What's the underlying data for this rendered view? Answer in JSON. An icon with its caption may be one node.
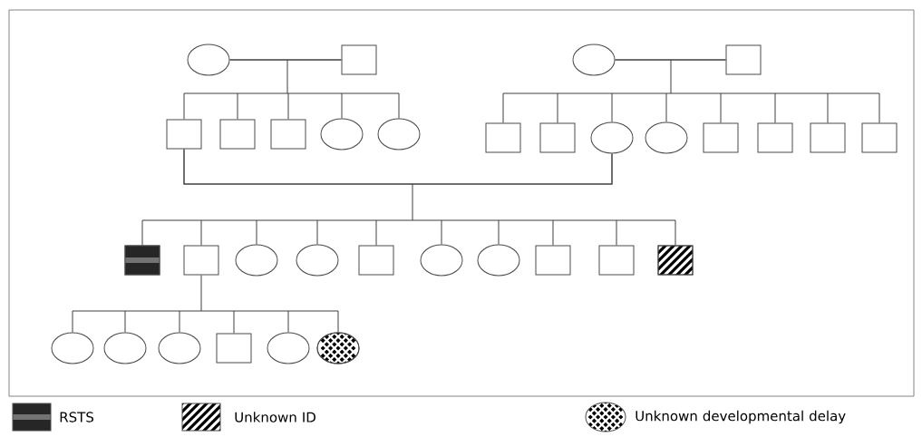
{
  "diagram": {
    "nodes": [
      {
        "text": [],
        "shape": "circle"
      },
      {
        "text": [],
        "shape": "box"
      },
      {
        "text": [],
        "shape": "circle"
      },
      {
        "text": [],
        "shape": "box"
      },
      {
        "text": [],
        "shape": "box"
      },
      {
        "text": [],
        "shape": "box"
      },
      {
        "text": [],
        "shape": "box"
      },
      {
        "text": [],
        "shape": "circle"
      },
      {
        "text": [],
        "shape": "circle"
      },
      {
        "text": [],
        "shape": "box"
      },
      {
        "text": [],
        "shape": "box"
      },
      {
        "text": [],
        "shape": "circle"
      },
      {
        "text": [],
        "shape": "circle"
      },
      {
        "text": [],
        "shape": "box"
      },
      {
        "text": [],
        "shape": "box"
      },
      {
        "text": [],
        "shape": "box"
      },
      {
        "text": [],
        "shape": "box"
      },
      {
        "text": [],
        "shape": "box"
      },
      {
        "text": [],
        "shape": "box"
      },
      {
        "text": [],
        "shape": "circle"
      },
      {
        "text": [],
        "shape": "circle"
      },
      {
        "text": [],
        "shape": "box"
      },
      {
        "text": [],
        "shape": "circle"
      },
      {
        "text": [],
        "shape": "circle"
      },
      {
        "text": [],
        "shape": "box"
      },
      {
        "text": [],
        "shape": "box"
      },
      {
        "text": [],
        "shape": "box"
      },
      {
        "text": [],
        "shape": "circle"
      },
      {
        "text": [],
        "shape": "circle"
      },
      {
        "text": [],
        "shape": "circle"
      },
      {
        "text": [],
        "shape": "box"
      },
      {
        "text": [],
        "shape": "circle"
      },
      {
        "text": [],
        "shape": "circle"
      }
    ],
    "edges": [
      {
        "from": 0,
        "to": 1,
        "arrow": "none"
      },
      {
        "from": 2,
        "to": 3,
        "arrow": "none"
      },
      {
        "from": 4,
        "to": 11,
        "arrow": "none"
      },
      {
        "from": 0,
        "to": 4,
        "arrow": "none"
      },
      {
        "from": 0,
        "to": 5,
        "arrow": "none"
      },
      {
        "from": 0,
        "to": 6,
        "arrow": "none"
      },
      {
        "from": 0,
        "to": 7,
        "arrow": "none"
      },
      {
        "from": 0,
        "to": 8,
        "arrow": "none"
      },
      {
        "from": 1,
        "to": 4,
        "arrow": "none"
      },
      {
        "from": 1,
        "to": 5,
        "arrow": "none"
      },
      {
        "from": 1,
        "to": 6,
        "arrow": "none"
      },
      {
        "from": 1,
        "to": 7,
        "arrow": "none"
      },
      {
        "from": 1,
        "to": 8,
        "arrow": "none"
      },
      {
        "from": 2,
        "to": 9,
        "arrow": "none"
      },
      {
        "from": 2,
        "to": 10,
        "arrow": "none"
      },
      {
        "from": 2,
        "to": 11,
        "arrow": "none"
      },
      {
        "from": 2,
        "to": 12,
        "arrow": "none"
      },
      {
        "from": 2,
        "to": 13,
        "arrow": "none"
      },
      {
        "from": 2,
        "to": 14,
        "arrow": "none"
      },
      {
        "from": 2,
        "to": 15,
        "arrow": "none"
      },
      {
        "from": 2,
        "to": 16,
        "arrow": "none"
      },
      {
        "from": 3,
        "to": 9,
        "arrow": "none"
      },
      {
        "from": 3,
        "to": 10,
        "arrow": "none"
      },
      {
        "from": 3,
        "to": 11,
        "arrow": "none"
      },
      {
        "from": 3,
        "to": 12,
        "arrow": "none"
      },
      {
        "from": 3,
        "to": 13,
        "arrow": "none"
      },
      {
        "from": 3,
        "to": 14,
        "arrow": "none"
      },
      {
        "from": 3,
        "to": 15,
        "arrow": "none"
      },
      {
        "from": 3,
        "to": 16,
        "arrow": "none"
      },
      {
        "from": 4,
        "to": 17,
        "arrow": "none"
      },
      {
        "from": 4,
        "to": 18,
        "arrow": "none"
      },
      {
        "from": 4,
        "to": 19,
        "arrow": "none"
      },
      {
        "from": 4,
        "to": 20,
        "arrow": "none"
      },
      {
        "from": 4,
        "to": 21,
        "arrow": "none"
      },
      {
        "from": 4,
        "to": 22,
        "arrow": "none"
      },
      {
        "from": 4,
        "to": 23,
        "arrow": "none"
      },
      {
        "from": 4,
        "to": 24,
        "arrow": "none"
      },
      {
        "from": 4,
        "to": 25,
        "arrow": "none"
      },
      {
        "from": 4,
        "to": 26,
        "arrow": "none"
      },
      {
        "from": 11,
        "to": 17,
        "arrow": "none"
      },
      {
        "from": 11,
        "to": 18,
        "arrow": "none"
      },
      {
        "from": 11,
        "to": 19,
        "arrow": "none"
      },
      {
        "from": 11,
        "to": 20,
        "arrow": "none"
      },
      {
        "from": 11,
        "to": 21,
        "arrow": "none"
      },
      {
        "from": 11,
        "to": 22,
        "arrow": "none"
      },
      {
        "from": 11,
        "to": 23,
        "arrow": "none"
      },
      {
        "from": 11,
        "to": 24,
        "arrow": "none"
      },
      {
        "from": 11,
        "to": 25,
        "arrow": "none"
      },
      {
        "from": 11,
        "to": 26,
        "arrow": "none"
      },
      {
        "from": 18,
        "to": 27,
        "arrow": "none"
      },
      {
        "from": 18,
        "to": 28,
        "arrow": "none"
      },
      {
        "from": 18,
        "to": 29,
        "arrow": "none"
      },
      {
        "from": 18,
        "to": 30,
        "arrow": "none"
      },
      {
        "from": 18,
        "to": 31,
        "arrow": "none"
      },
      {
        "from": 18,
        "to": 32,
        "arrow": "none"
      }
    ],
    "legend": [
      {
        "text": "RSTS"
      },
      {
        "text": "Unknown ID"
      },
      {
        "text": "Unknown developmental delay"
      }
    ]
  }
}
